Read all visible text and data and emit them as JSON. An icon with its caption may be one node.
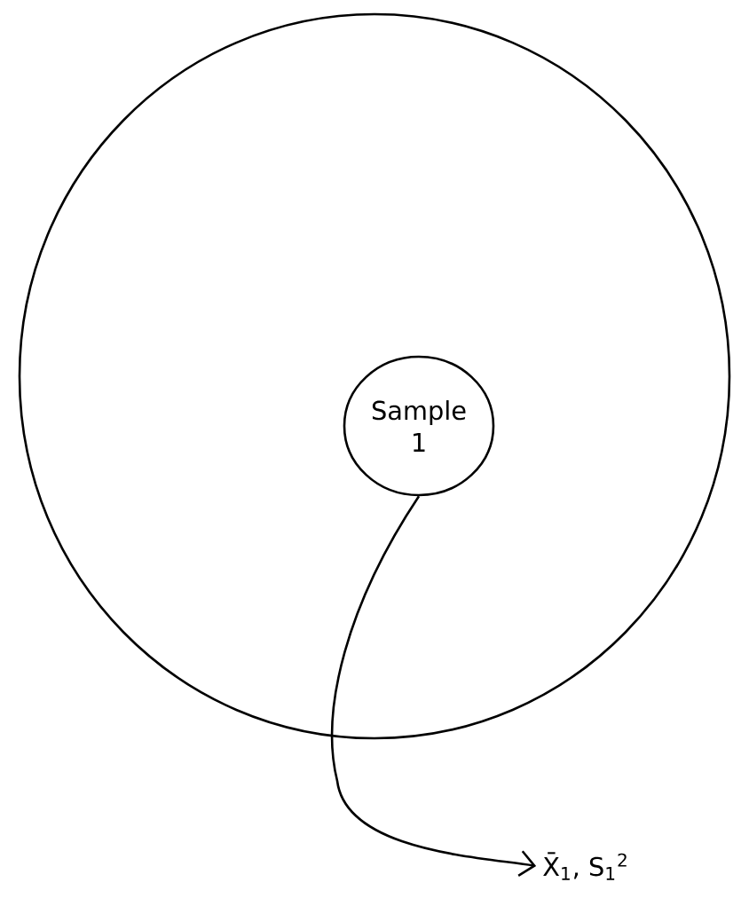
{
  "diagram": {
    "nodes": [
      {
        "text": [],
        "shape": "circle"
      },
      {
        "text": [
          "Sample 1"
        ],
        "in": 0
      },
      {
        "text": [
          "X̄$_{1}$, S$_{1}$$^{2}$"
        ]
      }
    ],
    "edges": [
      {
        "from": 1,
        "to": 2,
        "arrow": "to"
      }
    ]
  }
}
